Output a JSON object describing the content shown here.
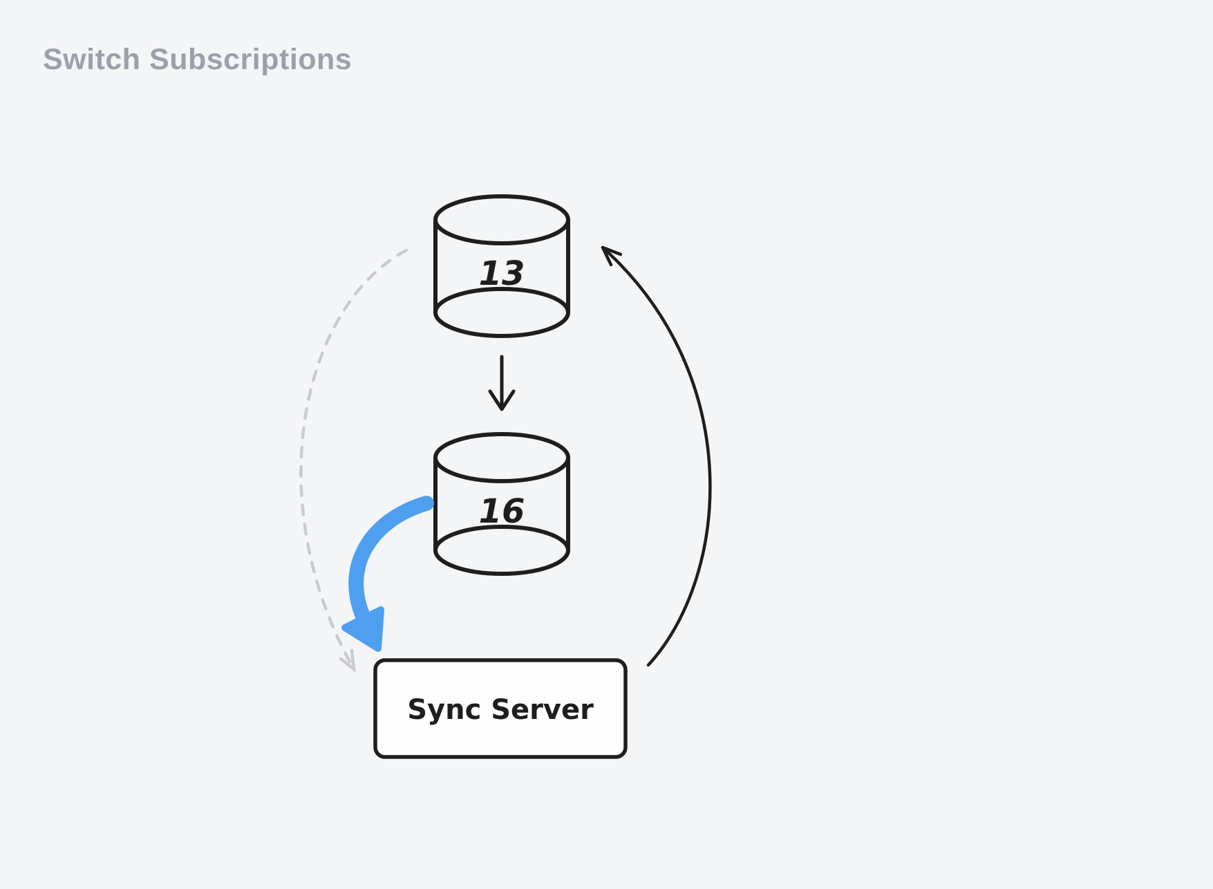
{
  "title": "Switch Subscriptions",
  "diagram": {
    "node_top": {
      "label": "13",
      "type": "database-cylinder"
    },
    "node_bottom": {
      "label": "16",
      "type": "database-cylinder"
    },
    "server": {
      "label": "Sync Server",
      "type": "rounded-box"
    },
    "arrows": {
      "top_to_bottom": "solid black arrow from cylinder 13 down to cylinder 16",
      "bottom_to_server": "thick blue curved arrow from cylinder 16 down-left to Sync Server",
      "top_to_server_dashed": "dashed gray curved arrow from cylinder 13 down-left to Sync Server",
      "server_to_top": "solid black curved arrow from Sync Server up-right to cylinder 13"
    }
  },
  "colors": {
    "background": "#f4f5f7",
    "stroke": "#1e1e1e",
    "accent_blue": "#4f9ff0",
    "muted_dashed": "#c9cbce",
    "title_gray": "#9ba1ab",
    "box_fill": "#fefefe"
  }
}
